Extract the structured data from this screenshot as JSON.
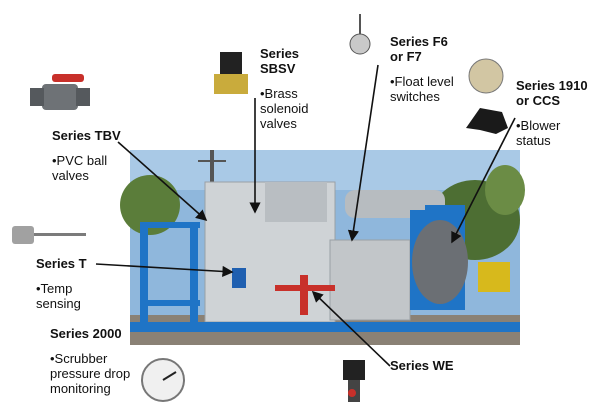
{
  "labels": {
    "tbv": {
      "name": "Series TBV",
      "desc": "•PVC ball valves"
    },
    "sbsv": {
      "name": "Series SBSV",
      "desc": "•Brass solenoid valves"
    },
    "f6f7": {
      "name": "Series F6 or F7",
      "desc": "•Float level switches"
    },
    "s1910": {
      "name": "Series 1910 or CCS",
      "desc": "•Blower status"
    },
    "t": {
      "name": "Series T",
      "desc": "•Temp sensing"
    },
    "s2000": {
      "name": "Series 2000",
      "desc": "•Scrubber pressure drop monitoring"
    },
    "we": {
      "name": "Series WE"
    }
  },
  "colors": {
    "sky": "#8fb7dc",
    "frame_blue": "#1f74c6",
    "tank_gray": "#cfd3d6",
    "valve_red": "#c8302a",
    "brass": "#c9ab3c"
  }
}
